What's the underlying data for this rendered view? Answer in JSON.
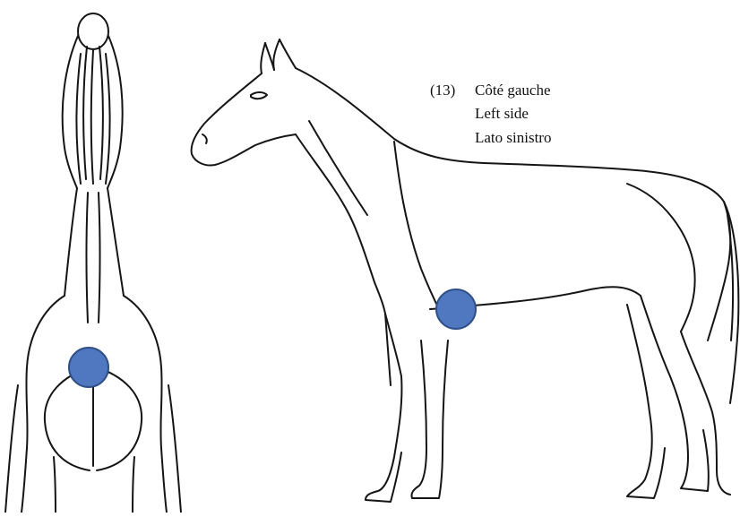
{
  "figure": {
    "number": "(13)",
    "labels": [
      "Côté gauche",
      "Left side",
      "Lato sinistro"
    ]
  },
  "colors": {
    "ink": "#151515",
    "marker_fill": "#4f78c0",
    "marker_stroke": "#2f4f86",
    "background": "#ffffff"
  }
}
